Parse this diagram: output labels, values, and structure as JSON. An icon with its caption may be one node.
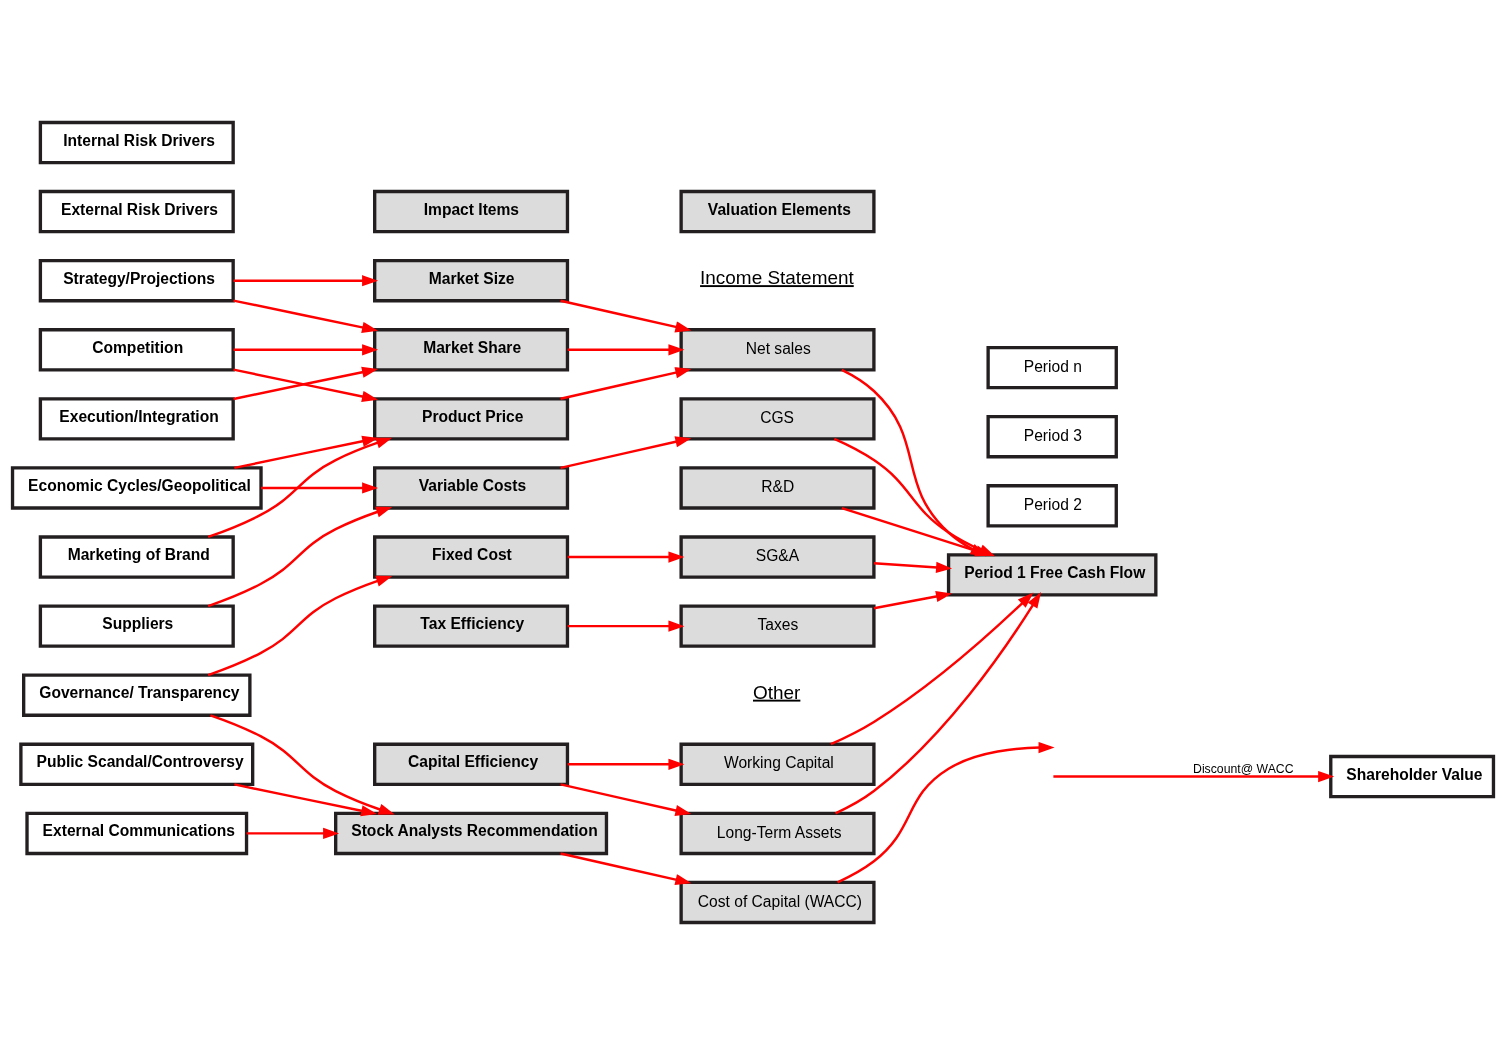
{
  "diagram": {
    "nodes": [
      {
        "text": [
          "Internal Risk Drivers"
        ]
      },
      {
        "text": [
          "External Risk Drivers"
        ]
      },
      {
        "text": [
          "Impact Items"
        ]
      },
      {
        "text": [
          "Valuation Elements"
        ]
      },
      {
        "text": [
          "Strategy/Projections"
        ]
      },
      {
        "text": [
          "Competition"
        ]
      },
      {
        "text": [
          "Execution/Integration"
        ]
      },
      {
        "text": [
          "Economic Cycles/Geopolitical"
        ]
      },
      {
        "text": [
          "Marketing of Brand"
        ]
      },
      {
        "text": [
          "Suppliers"
        ]
      },
      {
        "text": [
          "Governance/ Transparency"
        ]
      },
      {
        "text": [
          "Public Scandal/Controversy"
        ]
      },
      {
        "text": [
          "External Communications"
        ]
      },
      {
        "text": [
          "Market Size"
        ]
      },
      {
        "text": [
          "Market Share"
        ]
      },
      {
        "text": [
          "Product Price"
        ]
      },
      {
        "text": [
          "Variable Costs"
        ]
      },
      {
        "text": [
          "Fixed Cost"
        ]
      },
      {
        "text": [
          "Tax Efficiency"
        ]
      },
      {
        "text": [
          "Capital Efficiency"
        ]
      },
      {
        "text": [
          "Stock Analysts Recommendation"
        ]
      },
      {
        "text": [
          "Net sales"
        ]
      },
      {
        "text": [
          "CGS"
        ]
      },
      {
        "text": [
          "R&D"
        ]
      },
      {
        "text": [
          "SG&A"
        ]
      },
      {
        "text": [
          "Taxes"
        ]
      },
      {
        "text": [
          "Working Capital"
        ]
      },
      {
        "text": [
          "Long-Term Assets"
        ]
      },
      {
        "text": [
          "Cost of Capital (WACC)"
        ]
      },
      {
        "text": [
          "Period n"
        ]
      },
      {
        "text": [
          "Period 3"
        ]
      },
      {
        "text": [
          "Period 2"
        ]
      },
      {
        "text": [
          "Period 1 Free Cash Flow"
        ]
      },
      {
        "text": [
          "Shareholder Value"
        ]
      }
    ],
    "edges": [
      {
        "from": 4,
        "to": 13,
        "arrow": "to"
      },
      {
        "from": 4,
        "to": 14,
        "arrow": "to"
      },
      {
        "from": 5,
        "to": 14,
        "arrow": "to"
      },
      {
        "from": 5,
        "to": 15,
        "arrow": "to"
      },
      {
        "from": 6,
        "to": 14,
        "arrow": "to"
      },
      {
        "from": 7,
        "to": 15,
        "arrow": "to"
      },
      {
        "from": 7,
        "to": 16,
        "arrow": "to"
      },
      {
        "from": 8,
        "to": 15,
        "arrow": "to"
      },
      {
        "from": 9,
        "to": 16,
        "arrow": "to"
      },
      {
        "from": 10,
        "to": 17,
        "arrow": "to"
      },
      {
        "from": 10,
        "to": 20,
        "arrow": "to"
      },
      {
        "from": 11,
        "to": 20,
        "arrow": "to"
      },
      {
        "from": 12,
        "to": 20,
        "arrow": "to"
      },
      {
        "from": 13,
        "to": 21,
        "arrow": "to"
      },
      {
        "from": 14,
        "to": 21,
        "arrow": "to"
      },
      {
        "from": 15,
        "to": 21,
        "arrow": "to"
      },
      {
        "from": 16,
        "to": 22,
        "arrow": "to"
      },
      {
        "from": 17,
        "to": 24,
        "arrow": "to"
      },
      {
        "from": 18,
        "to": 25,
        "arrow": "to"
      },
      {
        "from": 19,
        "to": 26,
        "arrow": "to"
      },
      {
        "from": 19,
        "to": 27,
        "arrow": "to"
      },
      {
        "from": 20,
        "to": 28,
        "arrow": "to"
      },
      {
        "from": 21,
        "to": 32,
        "arrow": "to"
      },
      {
        "from": 22,
        "to": 32,
        "arrow": "to"
      },
      {
        "from": 23,
        "to": 32,
        "arrow": "to"
      },
      {
        "from": 24,
        "to": 32,
        "arrow": "to"
      },
      {
        "from": 25,
        "to": 32,
        "arrow": "to"
      },
      {
        "from": 26,
        "to": 32,
        "arrow": "to"
      },
      {
        "from": 27,
        "to": 32,
        "arrow": "to"
      },
      {
        "from": 28,
        "to": null,
        "arrow": "to"
      },
      {
        "from": null,
        "to": 33,
        "arrow": "to",
        "label": "Discount@ WACC"
      }
    ],
    "labels": [
      "Income Statement",
      "Other"
    ]
  }
}
